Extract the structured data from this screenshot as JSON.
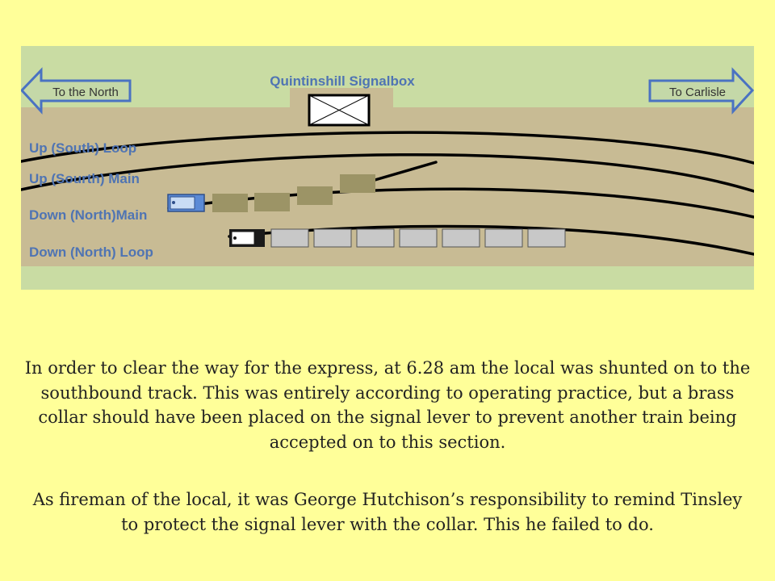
{
  "diagram": {
    "signalbox_label": "Quintinshill Signalbox",
    "arrow_left_label": "To the North",
    "arrow_right_label": "To Carlisle",
    "track_labels": {
      "up_loop": "Up (South) Loop",
      "up_main": "Up (Sourth) Main",
      "down_main": "Down  (North)Main",
      "down_loop": "Down (North) Loop"
    },
    "colors": {
      "field": "#c9dca3",
      "track_bed": "#c8bb94",
      "rail": "#000000",
      "label_blue": "#4f74b3",
      "arrow_fill": "#c4d8a8",
      "arrow_stroke": "#4a72c2",
      "local_coach": "#9c9466",
      "local_engine": "#5b8ad6",
      "goods_wagon": "#c8c8c8"
    }
  },
  "text": {
    "para1": "In order to clear the way for the express, at 6.28 am the local was shunted on to the southbound track. This was entirely according to operating practice, but a brass collar should have been placed on the signal lever to prevent another train being accepted on to this section.",
    "para2": "As fireman of the local, it was George Hutchison’s responsibility to remind Tinsley to protect the signal lever with the collar. This he failed to do."
  }
}
